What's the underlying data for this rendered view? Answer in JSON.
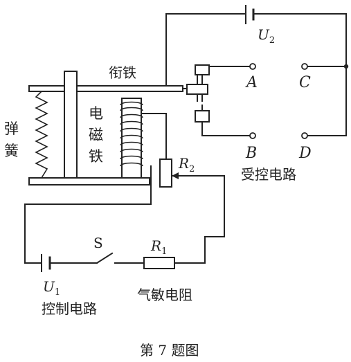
{
  "labels": {
    "armature": "衔铁",
    "spring_1": "弹",
    "spring_2": "簧",
    "electromagnet_1": "电",
    "electromagnet_2": "磁",
    "electromagnet_3": "铁",
    "controlled_circuit": "受控电路",
    "gas_resistor": "气敏电阻",
    "control_circuit": "控制电路",
    "caption": "第 7 题图"
  },
  "symbols": {
    "u2_main": "U",
    "u2_sub": "2",
    "u1_main": "U",
    "u1_sub": "1",
    "r2_main": "R",
    "r2_sub": "2",
    "r1_main": "R",
    "r1_sub": "1",
    "switch": "S",
    "terminal_a": "A",
    "terminal_b": "B",
    "terminal_c": "C",
    "terminal_d": "D"
  }
}
